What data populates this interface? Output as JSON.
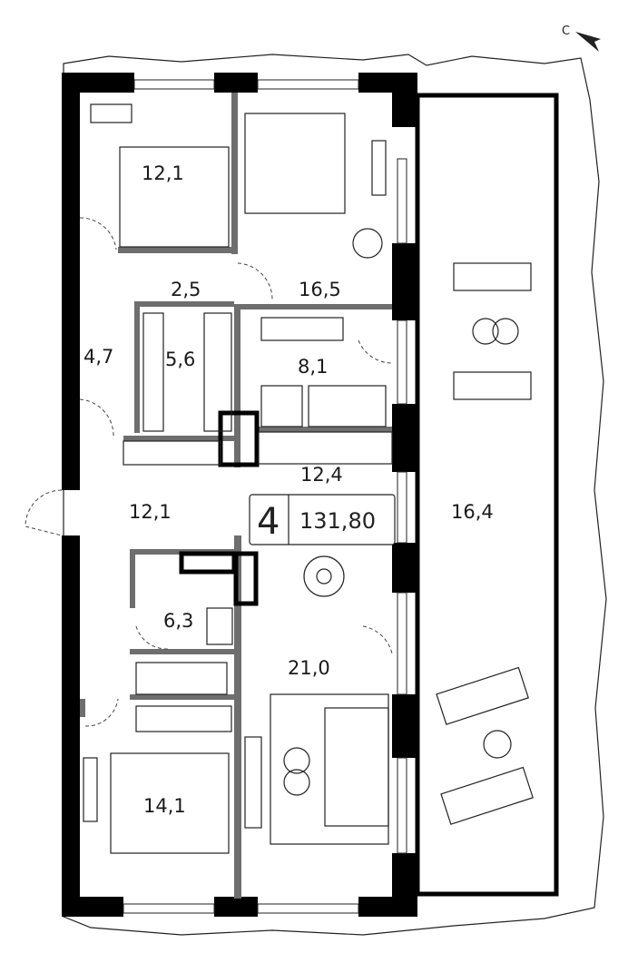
{
  "compass": {
    "label": "С"
  },
  "summary": {
    "rooms": "4",
    "area": "131,80"
  },
  "rooms": [
    {
      "id": "bedroom-1",
      "area": "12,1"
    },
    {
      "id": "hall-small",
      "area": "2,5"
    },
    {
      "id": "bedroom-master",
      "area": "16,5"
    },
    {
      "id": "corridor",
      "area": "4,7"
    },
    {
      "id": "wardrobe",
      "area": "5,6"
    },
    {
      "id": "bathroom-1",
      "area": "8,1"
    },
    {
      "id": "kitchen",
      "area": "12,4"
    },
    {
      "id": "hall",
      "area": "12,1"
    },
    {
      "id": "terrace",
      "area": "16,4"
    },
    {
      "id": "bathroom-2",
      "area": "6,3"
    },
    {
      "id": "living-room",
      "area": "21,0"
    },
    {
      "id": "bedroom-2",
      "area": "14,1"
    }
  ]
}
